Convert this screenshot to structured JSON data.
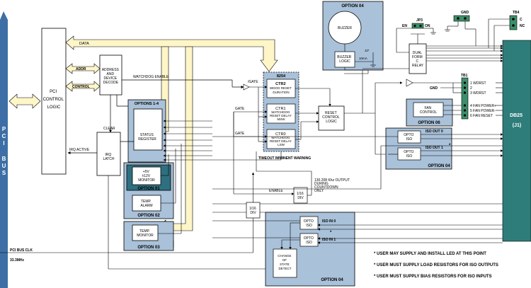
{
  "pci_bus_label": "PCI BUS",
  "pci_control_logic": [
    "PCI",
    "CONTROL",
    "LOGIC"
  ],
  "signals": {
    "data": "DATA",
    "addr": "ADDR",
    "control": "CONTROL",
    "watchdog_enable": "WATCHDOG ENABLE",
    "clear": "CLEAR",
    "irq_active": "IRQ ACTIVE",
    "gate_top": "/GATE",
    "gate_1": "GATE",
    "gate_2": "GATE",
    "timeout_warning": "TIMEOUT IMMINENT WARNING",
    "enable": "ENABLE",
    "pci_bus_clk": "PCI BUS CLK",
    "clk_freq": "33.3MHz",
    "clk_output": [
      "130.208 Khz OUTPUT",
      "DURING",
      "COUNTDOWN",
      "ONLY"
    ]
  },
  "blocks": {
    "address_decode": [
      "ADDRESS",
      "AND",
      "DEVICE",
      "DECODE"
    ],
    "status_register": [
      "STATUS",
      "REGISTER"
    ],
    "irq_latch": [
      "IRQ",
      "LATCH"
    ],
    "ctr_chip": "8254",
    "ctr2": [
      "CTR2",
      "WDOG RESET",
      "DURATION"
    ],
    "ctr1": [
      "CTR1",
      "WATCHDOG",
      "RESET DELAY",
      "MSW"
    ],
    "ctr0": [
      "CTR0",
      "WATCHDOG",
      "RESET DELAY",
      "LSW"
    ],
    "reset_control": [
      "RESET",
      "CONTROL",
      "LOGIC"
    ],
    "voltage_monitor": [
      "+5V",
      "±12V",
      "MONITOR"
    ],
    "temp_alarm": [
      "TEMP.",
      "ALARM"
    ],
    "temp_monitor": [
      "TEMP.",
      "MONITOR"
    ],
    "div_16_a": [
      "1/16",
      "DIV"
    ],
    "div_16_b": [
      "1/16",
      "DIV"
    ],
    "buzzer": "BUZZER",
    "buzzer_logic": [
      "BUZZER",
      "LOGIC"
    ],
    "dual_form_c_relay": [
      "DUAL",
      "FORM",
      "C",
      "RELAY"
    ],
    "fan_control": [
      "FAN",
      "CONTROL"
    ],
    "opto_iso_out_a": [
      "OPTO",
      "ISO"
    ],
    "opto_iso_out_b": [
      "OPTO",
      "ISO"
    ],
    "opto_iso_in_a": [
      "OPTO",
      "ISO"
    ],
    "opto_iso_in_b": [
      "OPTO",
      "ISO"
    ],
    "change_of_state": [
      "CHANGE",
      "OF",
      "STATE",
      "DETECT"
    ],
    "db25": [
      "DB25",
      "(J1)"
    ]
  },
  "options": {
    "options_1_4": "OPTIONS 1-4",
    "option_01": "OPTION 01",
    "option_02": "OPTION 02",
    "option_03": "OPTION 03",
    "option_04_top": "OPTION 04",
    "option_06": "OPTION 06",
    "option_04_mid": "OPTION 04",
    "option_04_bottom": "OPTION 04"
  },
  "connectors": {
    "jp3": "JP3",
    "en": "EN",
    "on": "ON",
    "gnd_top": "GND",
    "tb4": "TB4",
    "c": "C",
    "nc": "NC",
    "j2": "J2*",
    "ma": "10mA",
    "tb1": "TB1",
    "gnd_tb1": "GND",
    "tb1_pins": [
      "1 WDRST",
      "2",
      "3 WDRST",
      "4 FAN POWER+",
      "5 FAN POWER-",
      "6 FAN RESET"
    ]
  },
  "iso_labels": {
    "iso_out_0": "ISO OUT 0",
    "iso_out_1": "ISO OUT 1",
    "iso_in_0": "ISO IN 0",
    "iso_in_1": "ISO IN 1",
    "star_1": "*",
    "star_2": "*"
  },
  "notes": [
    "* USER MAY SUPPLY AND INSTALL LED AT THIS POINT",
    "* USER MUST SUPPLY LOAD RESISTORS FOR ISO OUTPUTS",
    "* USER MUST SUPPLY BIAS RESISTORS FOR ISO INPUTS"
  ],
  "colors": {
    "bus_blue": "#3d6fa6",
    "option_fill": "#a9c1d9",
    "option_dark": "#2f6f80",
    "bus_arrow": "#fff6c8",
    "db25_teal": "#2e7d7a",
    "tb_green": "#3d8f6a"
  }
}
